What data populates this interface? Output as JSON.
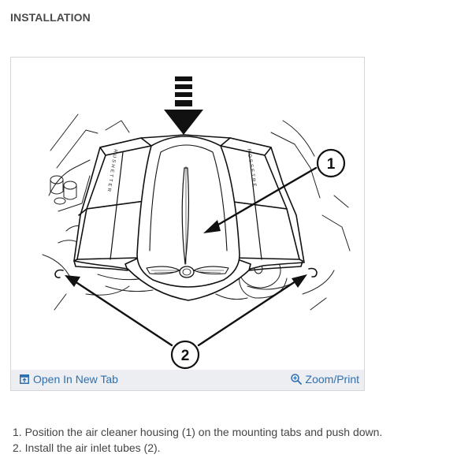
{
  "section": {
    "title": "INSTALLATION"
  },
  "figure": {
    "callouts": [
      "1",
      "2"
    ],
    "emblem_text_left": "RUSHETTER",
    "emblem_text_right": "ROSSETRE",
    "toolbar": {
      "open_label": "Open In New Tab",
      "open_icon": "open-in-new-tab-icon",
      "zoom_label": "Zoom/Print",
      "zoom_icon": "zoom-in-icon"
    }
  },
  "steps": [
    "1. Position the air cleaner housing (1) on the mounting tabs and push down.",
    "2. Install the air inlet tubes (2)."
  ],
  "colors": {
    "link": "#2f6fb0",
    "toolbar_bg": "#eceef1",
    "border": "#d6d6d6",
    "text": "#444444"
  }
}
